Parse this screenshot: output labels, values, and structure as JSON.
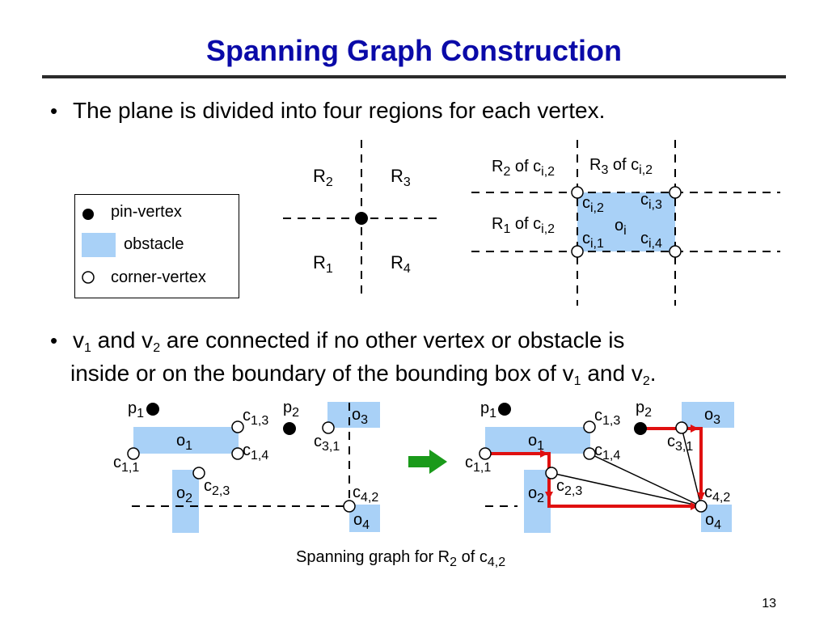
{
  "title": "Spanning Graph Construction",
  "bullets": {
    "b1_text": "The plane is divided into four regions for each vertex.",
    "b2_a": "v",
    "b2_sub1": "1",
    "b2_b": " and v",
    "b2_sub2": "2",
    "b2_c": " are connected if no other vertex or obstacle is",
    "b2_line2_a": "inside or on the boundary of the bounding box of v",
    "b2_line2_sub1": "1",
    "b2_line2_b": " and v",
    "b2_line2_sub2": "2",
    "b2_line2_c": "."
  },
  "legend": {
    "pin": "pin-vertex",
    "obstacle": "obstacle",
    "corner": "corner-vertex"
  },
  "regions": {
    "r": "R",
    "r1": "1",
    "r2": "2",
    "r3": "3",
    "r4": "4"
  },
  "corner_diagram": {
    "of": " of c",
    "isub2": "i,2",
    "ci": "c",
    "i2": "i,2",
    "i3": "i,3",
    "i1": "i,1",
    "i4": "i,4",
    "o": "o",
    "i": "i"
  },
  "graph_labels": {
    "p": "p",
    "c": "c",
    "o": "o",
    "s1": "1",
    "s2": "2",
    "s3": "3",
    "s4": "4",
    "s13": "1,3",
    "s14": "1,4",
    "s11": "1,1",
    "s31": "3,1",
    "s23": "2,3",
    "s42": "4,2"
  },
  "caption": {
    "a": "Spanning graph for R",
    "sub1": "2",
    "b": " of c",
    "sub2": "4,2"
  },
  "page_number": "13",
  "colors": {
    "title": "#0a0aa8",
    "obstacle": "#a9d1f7",
    "edge_red": "#e01010",
    "arrow_green": "#1a9a1a"
  }
}
